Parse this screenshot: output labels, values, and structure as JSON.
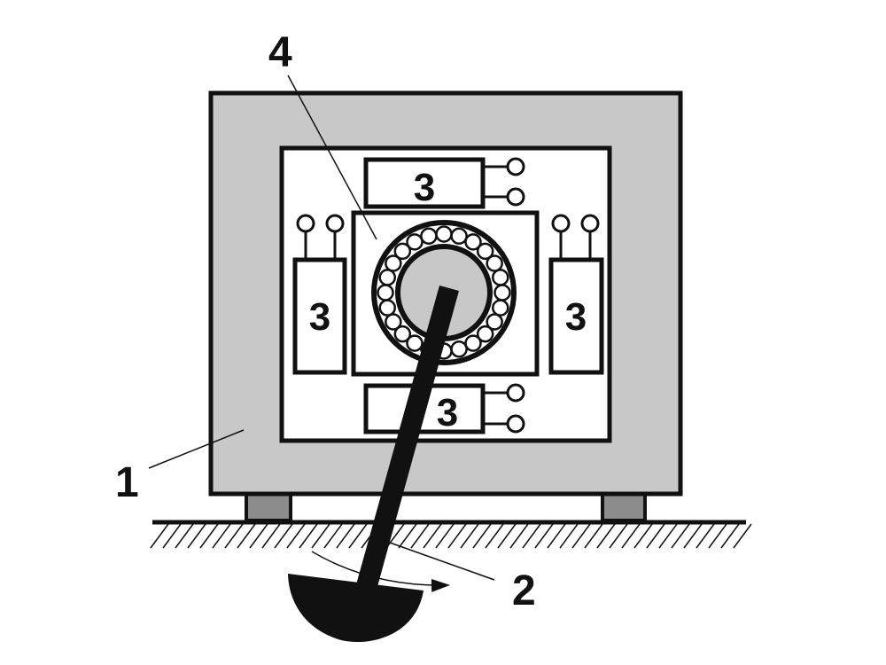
{
  "labels": {
    "housing": "1",
    "pendulum": "2",
    "coil": "3",
    "bearing_block": "4"
  },
  "bearing": {
    "ball_count": 24
  },
  "colors": {
    "housing_fill": "#c8c8c8",
    "foot_fill": "#8c8c8c",
    "ink": "#111111",
    "shaft_fill": "#c8c8c8"
  }
}
